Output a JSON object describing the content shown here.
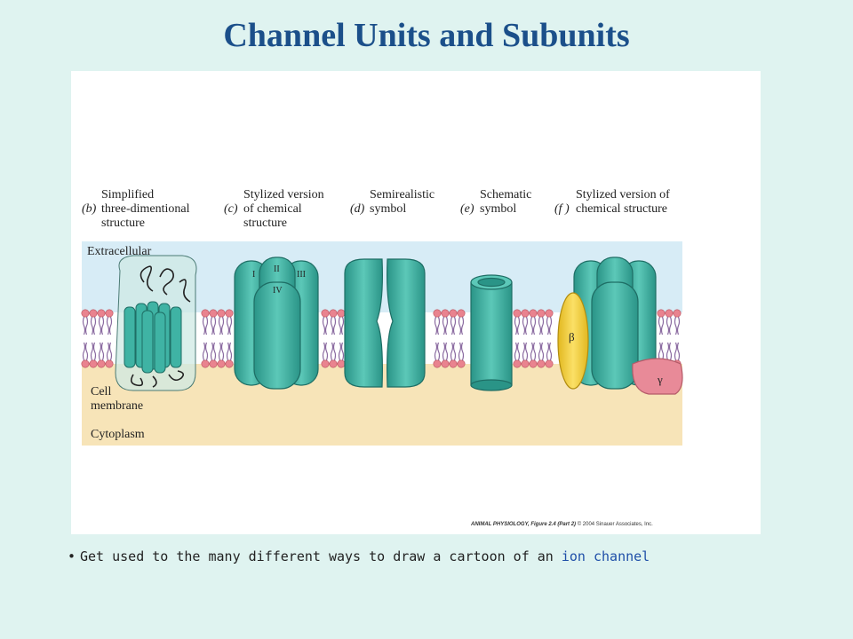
{
  "title": "Channel Units and Subunits",
  "figure": {
    "panels": [
      {
        "letter": "(b)",
        "text": "Simplified\nthree-dimentional\nstructure"
      },
      {
        "letter": "(c)",
        "text": "Stylized version\nof chemical\nstructure"
      },
      {
        "letter": "(d)",
        "text": "Semirealistic\nsymbol"
      },
      {
        "letter": "(e)",
        "text": "Schematic\nsymbol"
      },
      {
        "letter": "(f )",
        "text": "Stylized version of\nchemical structure"
      }
    ],
    "regions": {
      "extracellular": "Extracellular",
      "membrane": "Cell\nmembrane",
      "cytoplasm": "Cytoplasm"
    },
    "domain_labels": [
      "I",
      "II",
      "III",
      "IV"
    ],
    "subunit_labels": {
      "beta": "β",
      "gamma": "γ"
    },
    "credit_bold": "ANIMAL PHYSIOLOGY, Figure 2.4 (Part 2)",
    "credit_rest": "© 2004 Sinauer Associates, Inc.",
    "colors": {
      "extracellular": "#d7ecf6",
      "cytoplasm": "#f7e4b8",
      "channel": "#3fb3a4",
      "lipid_head": "#e9838f",
      "beta": "#f3cf3a",
      "gamma": "#e88a98"
    }
  },
  "bullet": {
    "text_before": "Get used to the many different ways to draw a cartoon of an ",
    "highlight": "ion channel"
  }
}
